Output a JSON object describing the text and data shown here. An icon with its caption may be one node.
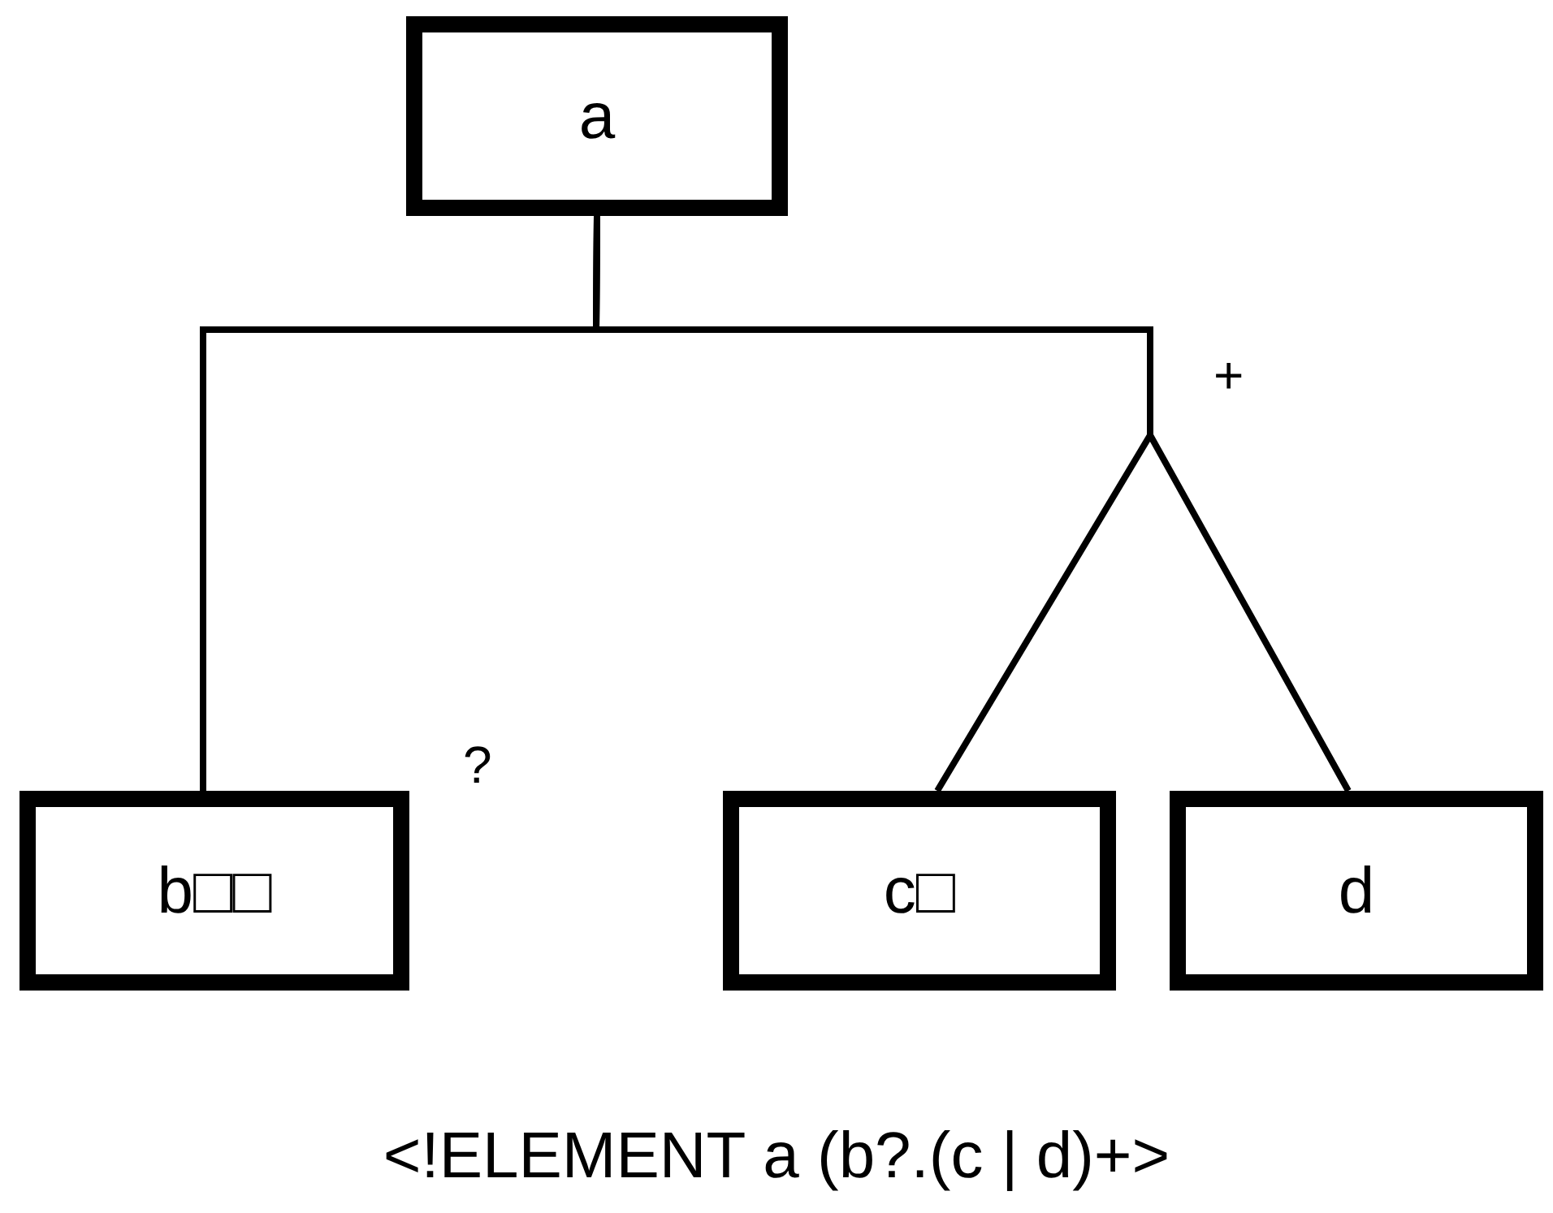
{
  "diagram": {
    "caption": "<!ELEMENT a (b?.(c | d)+>",
    "nodes": [
      {
        "text": [
          "a"
        ]
      },
      {
        "text": [
          "b□□"
        ]
      },
      {
        "text": [
          "c□"
        ]
      },
      {
        "text": [
          "d"
        ]
      }
    ],
    "edges": [
      {
        "from": 0,
        "to": 1,
        "arrow": "none"
      },
      {
        "from": 0,
        "to": 2,
        "arrow": "none"
      },
      {
        "from": 0,
        "to": 3,
        "arrow": "none"
      }
    ],
    "labels": [
      "+",
      "?"
    ]
  }
}
